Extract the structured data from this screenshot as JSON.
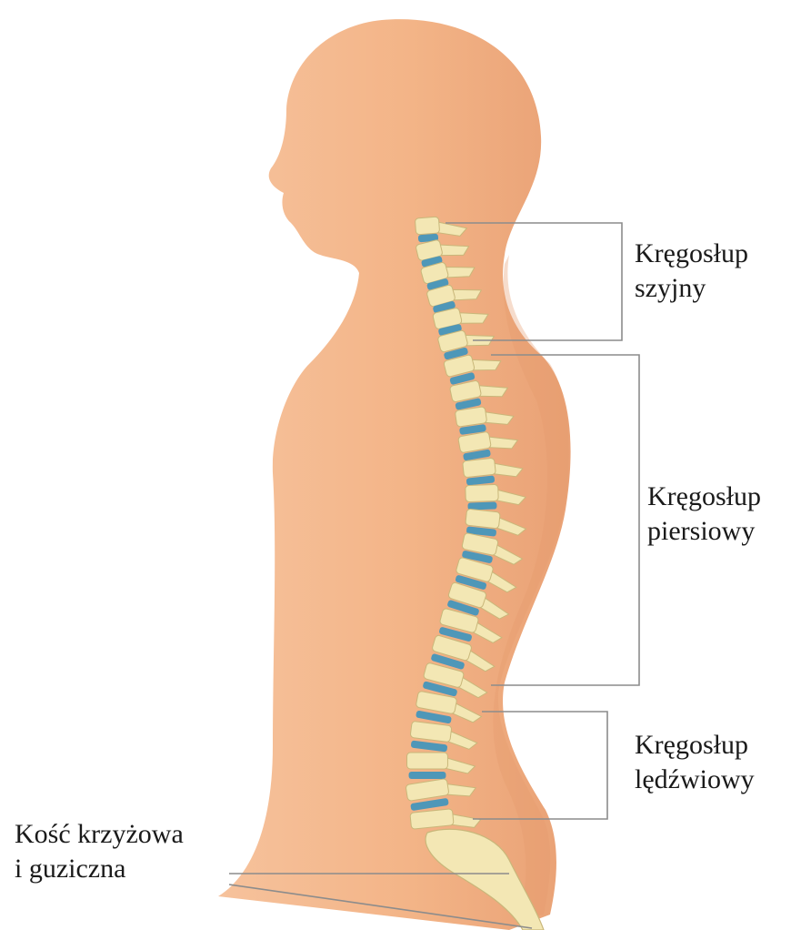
{
  "labels": {
    "cervical": {
      "line1": "Kręgosłup",
      "line2": "szyjny"
    },
    "thoracic": {
      "line1": "Kręgosłup",
      "line2": "piersiowy"
    },
    "lumbar": {
      "line1": "Kręgosłup",
      "line2": "lędźwiowy"
    },
    "sacral": {
      "line1": "Kość krzyżowa",
      "line2": "i guziczna"
    }
  },
  "colors": {
    "skin": "#f4b78c",
    "skin_shadow": "#e9a275",
    "bone": "#f3e7b4",
    "disc": "#4e97b8",
    "leader": "#8c8c8c"
  }
}
